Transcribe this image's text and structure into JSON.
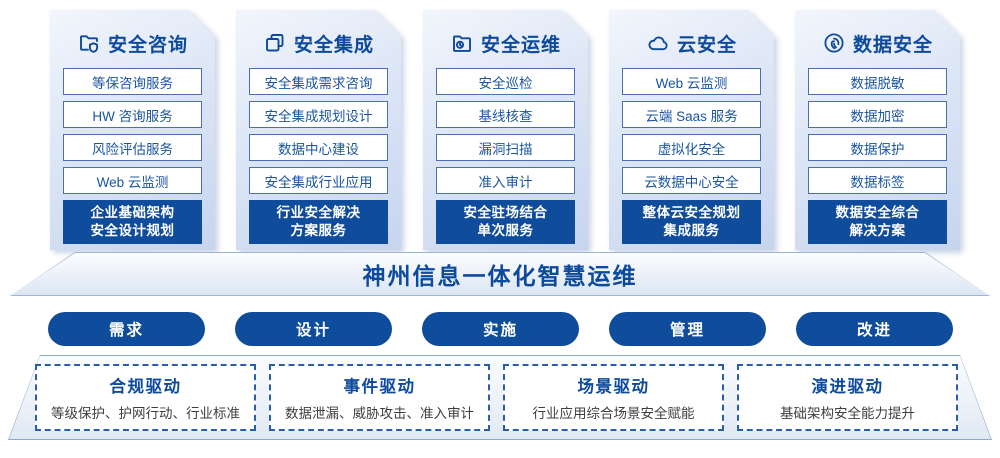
{
  "banner": {
    "title": "神州信息一体化智慧运维"
  },
  "colors": {
    "brand_blue": "#0f4c9c",
    "item_border_blue": "#496fae",
    "dashed_border_blue": "#2a5dab",
    "card_gradient_top": "#f2f6fc",
    "card_gradient_bottom": "#c6d4ee",
    "desc_gray": "#3f3f3f"
  },
  "columns": [
    {
      "title": "安全咨询",
      "icon": "folder-shield-icon",
      "items": [
        "等保咨询服务",
        "HW 咨询服务",
        "风险评估服务",
        "Web 云监测"
      ],
      "highlight": [
        "企业基础架构",
        "安全设计规划"
      ]
    },
    {
      "title": "安全集成",
      "icon": "copy-documents-icon",
      "items": [
        "安全集成需求咨询",
        "安全集成规划设计",
        "数据中心建设",
        "安全集成行业应用"
      ],
      "highlight": [
        "行业安全解决",
        "方案服务"
      ]
    },
    {
      "title": "安全运维",
      "icon": "folder-clock-icon",
      "items": [
        "安全巡检",
        "基线核查",
        "漏洞扫描",
        "准入审计"
      ],
      "highlight": [
        "安全驻场结合",
        "单次服务"
      ]
    },
    {
      "title": "云安全",
      "icon": "cloud-icon",
      "items": [
        "Web 云监测",
        "云端 Saas 服务",
        "虚拟化安全",
        "云数据中心安全"
      ],
      "highlight": [
        "整体云安全规划",
        "集成服务"
      ]
    },
    {
      "title": "数据安全",
      "icon": "fingerprint-icon",
      "items": [
        "数据脱敏",
        "数据加密",
        "数据保护",
        "数据标签"
      ],
      "highlight": [
        "数据安全综合",
        "解决方案"
      ]
    }
  ],
  "process_pills": [
    {
      "label": "需求"
    },
    {
      "label": "设计"
    },
    {
      "label": "实施"
    },
    {
      "label": "管理"
    },
    {
      "label": "改进"
    }
  ],
  "drivers": [
    {
      "title": "合规驱动",
      "desc": "等级保护、护网行动、行业标准"
    },
    {
      "title": "事件驱动",
      "desc": "数据泄漏、威胁攻击、准入审计"
    },
    {
      "title": "场景驱动",
      "desc": "行业应用综合场景安全赋能"
    },
    {
      "title": "演进驱动",
      "desc": "基础架构安全能力提升"
    }
  ]
}
